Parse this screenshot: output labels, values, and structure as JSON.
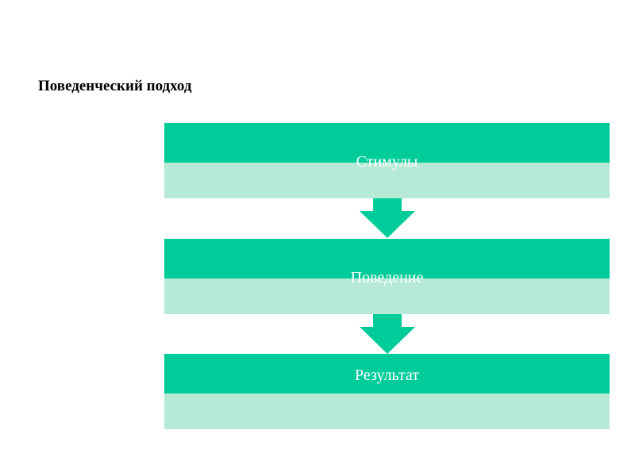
{
  "title": "Поведенческий подход",
  "steps": [
    {
      "label": "Стимулы"
    },
    {
      "label": "Поведение"
    },
    {
      "label": "Результат"
    }
  ],
  "colors": {
    "header": "#00cc99",
    "body": "#b7ead6",
    "arrow": "#00cc99",
    "label": "#ffffff"
  }
}
